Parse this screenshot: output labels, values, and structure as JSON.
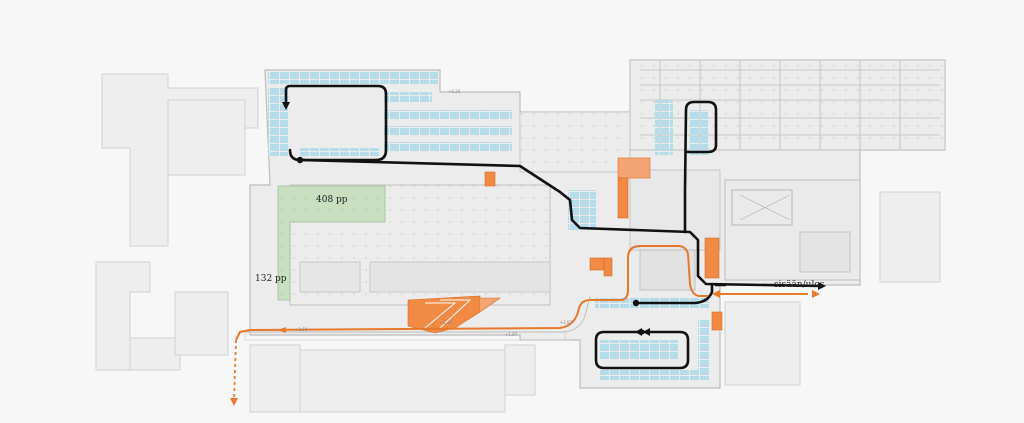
{
  "labels": {
    "parking_upper": "408 pp",
    "parking_lower": "132 pp",
    "entrance": "sisään/ulos"
  },
  "levels": {
    "l1": "+0.20",
    "l2": "+1.60",
    "l3": "+1.87",
    "l4": "+1.40",
    "l5": "+1.87"
  },
  "colors": {
    "route_primary": "#111111",
    "route_secondary": "#e8792b",
    "parking_green": "#c8e0c0",
    "parking_blue": "#b6dcea",
    "building_fill": "#ececec",
    "building_stroke": "#bfbfbf",
    "highlight": "#f08a45"
  }
}
